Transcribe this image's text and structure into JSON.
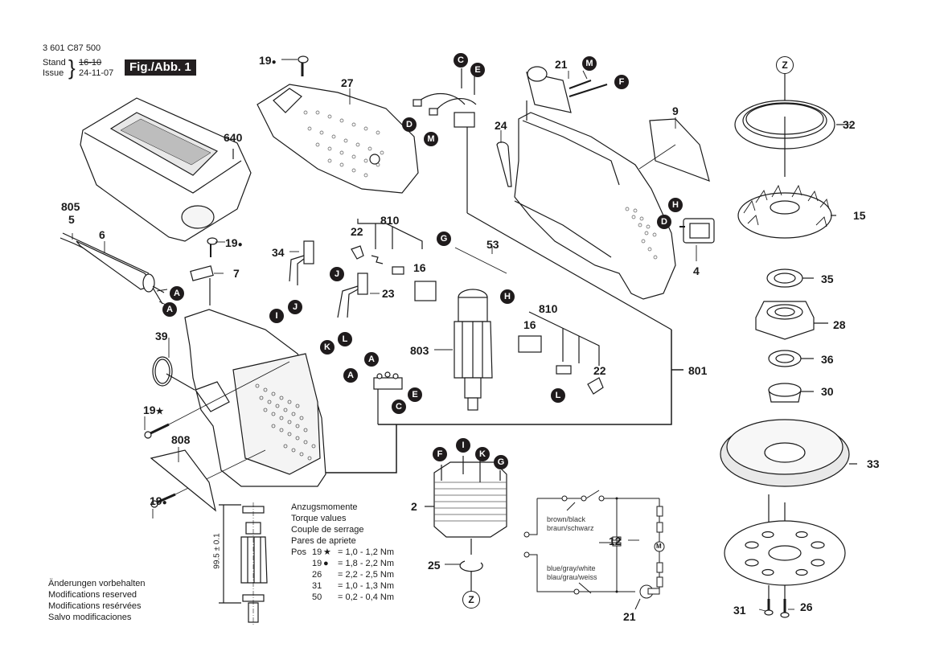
{
  "header": {
    "part_number": "3 601 C87 500",
    "stand_label": "Stand",
    "issue_label": "Issue",
    "old_date": "16-10",
    "issue_date": "24-11-07",
    "figure_label": "Fig./Abb. 1"
  },
  "part_labels": {
    "p640": "640",
    "p805": "805",
    "p5": "5",
    "p6": "6",
    "p7": "7",
    "p19_dot_a": "19",
    "p19_dot_b": "19",
    "p19_dot_c": "19",
    "p19_star": "19",
    "p27": "27",
    "p39": "39",
    "p808": "808",
    "p34": "34",
    "p22a": "22",
    "p22b": "22",
    "p810a": "810",
    "p810b": "810",
    "p16a": "16",
    "p16b": "16",
    "p23": "23",
    "p53": "53",
    "p803": "803",
    "p21a": "21",
    "p21b": "21",
    "p24": "24",
    "p9": "9",
    "p4": "4",
    "p801": "801",
    "p32": "32",
    "p15": "15",
    "p35": "35",
    "p28": "28",
    "p36": "36",
    "p30": "30",
    "p33": "33",
    "p31": "31",
    "p26": "26",
    "p2": "2",
    "p25": "25",
    "p12": "12"
  },
  "markers": {
    "dot": "●",
    "star": "★"
  },
  "connector_badges": {
    "A1": "A",
    "A2": "A",
    "A3": "A",
    "A4": "A",
    "C1": "C",
    "C2": "C",
    "D1": "D",
    "D2": "D",
    "E1": "E",
    "E2": "E",
    "F1": "F",
    "F2": "F",
    "G1": "G",
    "G2": "G",
    "H1": "H",
    "H2": "H",
    "I1": "I",
    "I2": "I",
    "J1": "J",
    "J2": "J",
    "K1": "K",
    "K2": "K",
    "L1": "L",
    "L2": "L",
    "M1": "M",
    "M2": "M",
    "Z1": "Z",
    "Z2": "Z"
  },
  "armature_dimension": "99.5 ± 0.1",
  "torque": {
    "titles": [
      "Anzugsmomente",
      "Torque values",
      "Couple de serrage",
      "Pares de apriete"
    ],
    "prefix": "Pos",
    "rows": [
      {
        "pos": "19",
        "marker": "★",
        "value": "= 1,0 - 1,2 Nm"
      },
      {
        "pos": "19",
        "marker": "●",
        "value": "= 1,8 - 2,2 Nm"
      },
      {
        "pos": "26",
        "marker": "",
        "value": "= 2,2 - 2,5 Nm"
      },
      {
        "pos": "31",
        "marker": "",
        "value": "= 1,0 - 1,3 Nm"
      },
      {
        "pos": "50",
        "marker": "",
        "value": "= 0,2 - 0,4 Nm"
      }
    ]
  },
  "footer": {
    "lines": [
      "Änderungen vorbehalten",
      "Modifications reserved",
      "Modifications resérvées",
      "Salvo modificaciones"
    ]
  },
  "wiring": {
    "wire1_en": "brown/black",
    "wire1_de": "braun/schwarz",
    "wire2_en": "blue/gray/white",
    "wire2_de": "blau/grau/weiss",
    "motor_symbol": "M"
  }
}
